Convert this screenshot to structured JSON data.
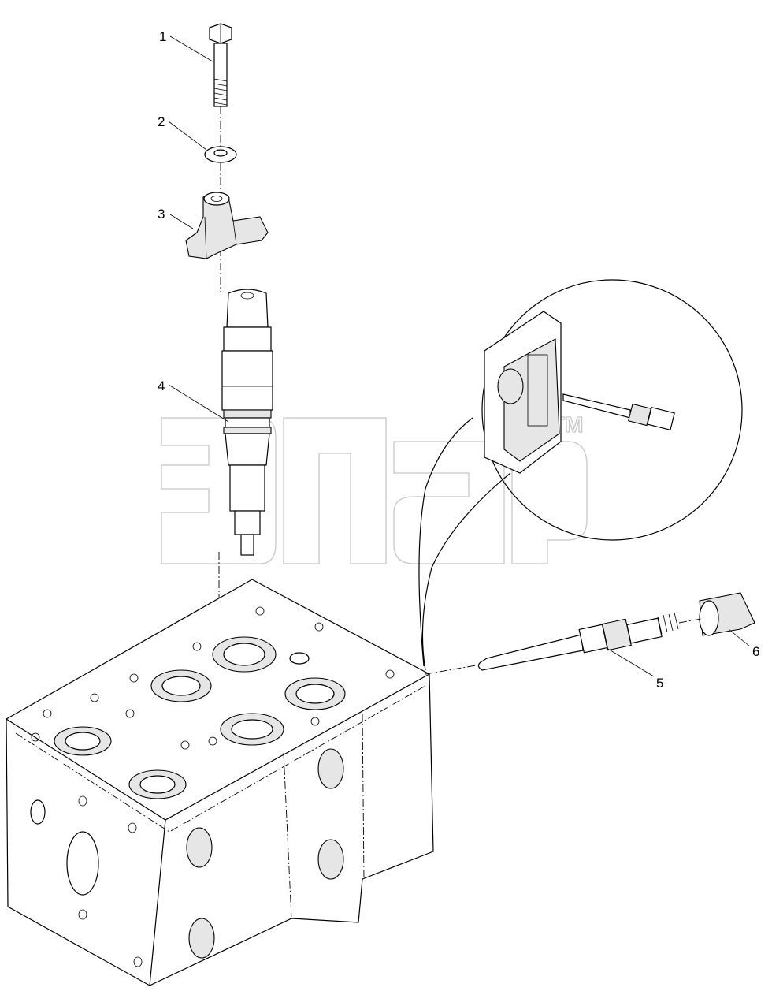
{
  "callouts": [
    {
      "id": "1",
      "part": "bolt"
    },
    {
      "id": "2",
      "part": "washer"
    },
    {
      "id": "3",
      "part": "clamp"
    },
    {
      "id": "4",
      "part": "injector"
    },
    {
      "id": "5",
      "part": "connector-tube"
    },
    {
      "id": "6",
      "part": "nut"
    }
  ],
  "watermark": {
    "trademark": "TM"
  },
  "colors": {
    "line": "#000000",
    "watermark": "#c8c8c8",
    "shade": "#e6e6e6"
  }
}
